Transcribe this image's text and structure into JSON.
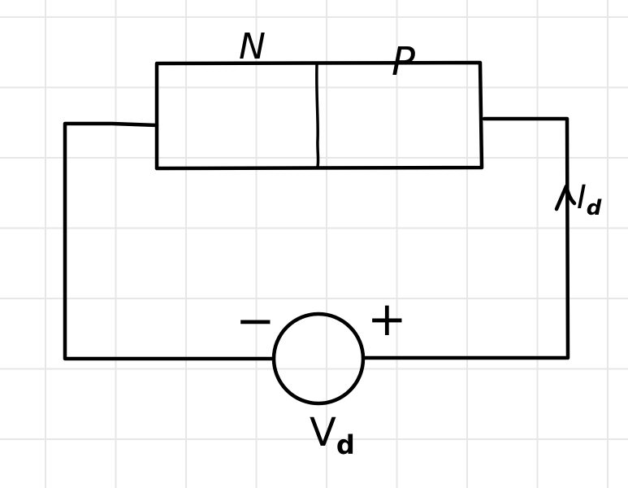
{
  "diagram": {
    "kind": "hand-drawn pn-junction diode circuit",
    "labels": {
      "n_region": "N",
      "p_region": "P",
      "negative_terminal": "−",
      "positive_terminal": "+",
      "source_base": "V",
      "source_sub": "d",
      "current_base": "I",
      "current_sub": "d"
    },
    "icons": {
      "current_direction": "arrow-up-icon"
    },
    "colors": {
      "ink": "#000000",
      "grid": "#e7e7e7",
      "background": "#ffffff"
    }
  }
}
